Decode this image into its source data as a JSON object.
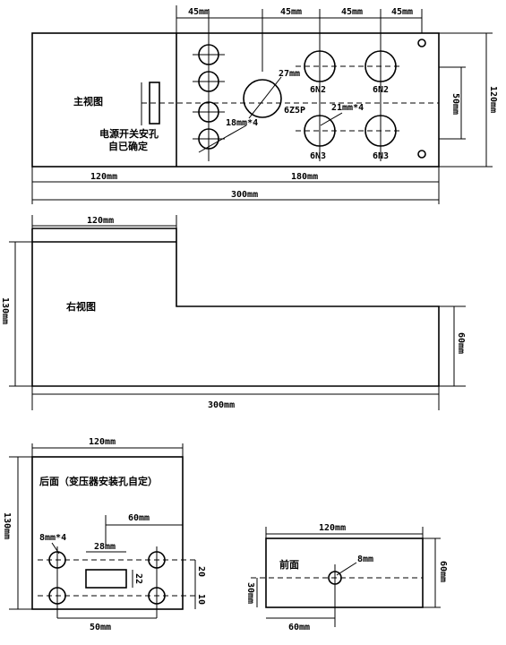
{
  "top_view": {
    "title": "主视图",
    "switch_note_1": "电源开关安孔",
    "switch_note_2": "自已确定",
    "dims": {
      "col1": "45mm",
      "col2": "45mm",
      "col3": "45mm",
      "col4": "45mm",
      "left_width": "120mm",
      "right_width": "180mm",
      "total_width": "300mm",
      "height": "120mm",
      "inner_height": "50mm"
    },
    "labels": {
      "big_hole_dia": "27mm",
      "big_hole_name": "6Z5P",
      "small_holes": "18mm*4",
      "mid_holes": "21mm*4",
      "bn2_a": "6N2",
      "bn2_b": "6N2",
      "bn3_a": "6N3",
      "bn3_b": "6N3"
    }
  },
  "side_view": {
    "title": "右视图",
    "dims": {
      "top": "120mm",
      "height": "130mm",
      "step": "60mm",
      "total": "300mm"
    }
  },
  "back_view": {
    "title": "后面（变压器安装孔自定）",
    "dims": {
      "width": "120mm",
      "height": "130mm",
      "offset": "60mm",
      "holes": "8mm*4",
      "rect_w": "28mm",
      "rect_h": "22",
      "gap": "20",
      "bottom": "10",
      "spacing": "50mm"
    }
  },
  "front_view": {
    "title": "前面",
    "dims": {
      "width": "120mm",
      "height": "60mm",
      "hole": "8mm",
      "vert": "30mm",
      "horiz": "60mm"
    }
  }
}
